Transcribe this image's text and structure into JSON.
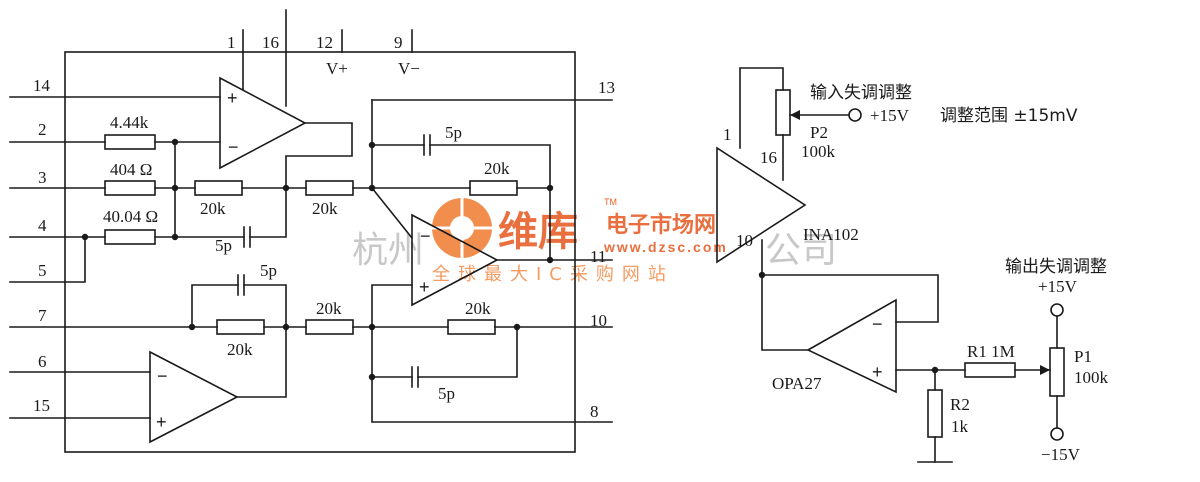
{
  "chip": {
    "pins": {
      "p1": "1",
      "p16": "16",
      "p12": "12",
      "p9": "9",
      "p14": "14",
      "p2": "2",
      "p3": "3",
      "p4": "4",
      "p5": "5",
      "p7": "7",
      "p6": "6",
      "p15": "15",
      "p13": "13",
      "p11": "11",
      "p10": "10",
      "p8": "8"
    },
    "supply": {
      "vplus": "V+",
      "vminus": "V−"
    },
    "components": {
      "r_444k": "4.44k",
      "r_404": "404 Ω",
      "r_4004": "40.04 Ω",
      "r_20k_a": "20k",
      "r_20k_b": "20k",
      "r_20k_c": "20k",
      "r_20k_d": "20k",
      "r_20k_e": "20k",
      "r_20k_f": "20k",
      "c_5p_a": "5p",
      "c_5p_b": "5p",
      "c_5p_c": "5p",
      "c_5p_d": "5p"
    }
  },
  "right": {
    "ina_label": "INA102",
    "ina_pins": {
      "p1": "1",
      "p16": "16",
      "p10": "10"
    },
    "input_offset_title": "输入失调调整",
    "input_supply": "+15V",
    "range_text": "调整范围  ±15mV",
    "p2_name": "P2",
    "p2_value": "100k",
    "output_offset_title": "输出失调调整",
    "plus15": "+15V",
    "minus15": "−15V",
    "opa_label": "OPA27",
    "r1_label": "R1  1M",
    "p1_name": "P1",
    "p1_value": "100k",
    "r2_name": "R2",
    "r2_value": "1k"
  },
  "watermark": {
    "grey_left": "杭州",
    "grey_right": "公司",
    "brand": "维库",
    "tm": "TM",
    "red_title": "电子市场网",
    "url": "www.dzsc.com",
    "subtitle": "全球最大IC采购网站",
    "colors": {
      "red": "#e8602a",
      "orange": "#f07a2e",
      "grey": "#c8c8c8"
    }
  }
}
